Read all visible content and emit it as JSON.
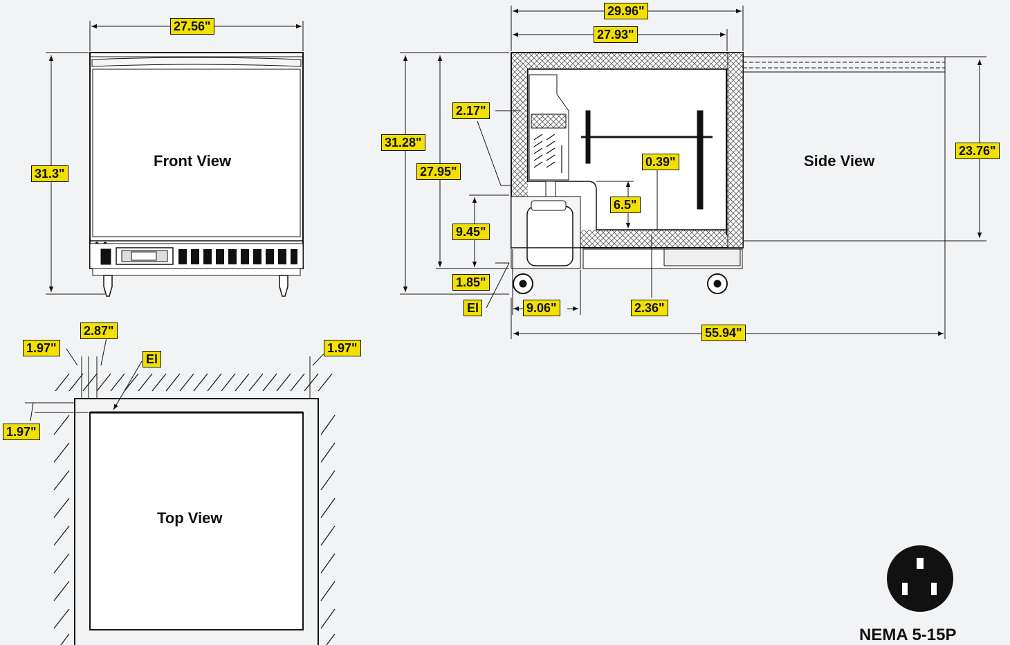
{
  "views": {
    "front": "Front View",
    "side": "Side View",
    "top": "Top View"
  },
  "dimensions": {
    "front_width": "27.56\"",
    "front_height": "31.3\"",
    "side_depth_overall": "29.96\"",
    "side_depth_cabinet": "27.93\"",
    "side_height_overall": "31.28\"",
    "side_height_cabinet": "27.95\"",
    "side_door_height": "23.76\"",
    "wall_thickness": "2.17\"",
    "liner_gap": "0.39\"",
    "shelf_gap": "6.5\"",
    "compartment_height": "9.45\"",
    "base_height": "1.85\"",
    "el_side": "El",
    "compartment_depth": "9.06\"",
    "rear_offset": "2.36\"",
    "door_open_depth": "55.94\"",
    "top_clear_left": "1.97\"",
    "top_clear_door": "2.87\"",
    "el_top": "El",
    "top_clear_right": "1.97\"",
    "top_clear_back": "1.97\""
  },
  "plug": {
    "caption": "NEMA 5-15P",
    "icon": "nema-5-15p-plug-icon"
  },
  "colors": {
    "label_fill": "#f2e000",
    "line": "#111111",
    "background": "#f2f3f5"
  }
}
